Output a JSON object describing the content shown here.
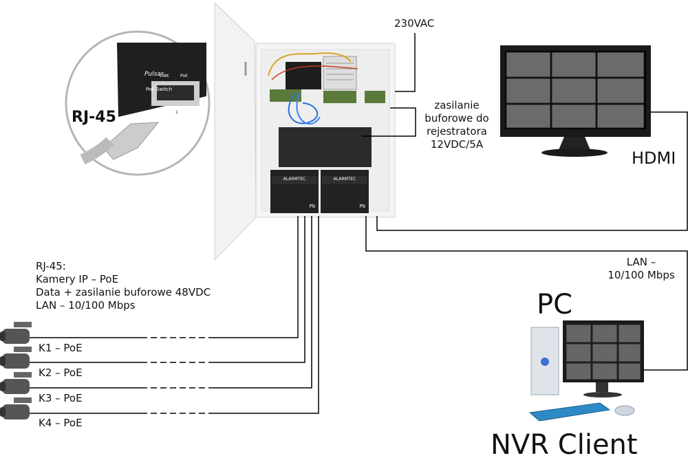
{
  "top_label": "230VAC",
  "buffer_power": [
    "zasilanie",
    "buforowe do",
    "rejestratora",
    "12VDC/5A"
  ],
  "hdmi_label": "HDMI",
  "lan_label": [
    "LAN –",
    "10/100 Mbps"
  ],
  "pc_label": "PC",
  "nvr_label": "NVR Client",
  "rj45_callout": "RJ-45",
  "rj45_desc": [
    "RJ-45:",
    "Kamery IP – PoE",
    "Data + zasilanie buforowe 48VDC",
    "LAN – 10/100 Mbps"
  ],
  "cameras": [
    "K1 – PoE",
    "K2 – PoE",
    "K3 – PoE",
    "K4 – PoE"
  ],
  "switch_text": {
    "brand": "Pulsar",
    "model": "PoE Switch",
    "port_link": "LINK",
    "port_poe": "PoE",
    "port_num": "1"
  },
  "battery_brand": "ALARMTEC",
  "battery_pb": "Pb"
}
